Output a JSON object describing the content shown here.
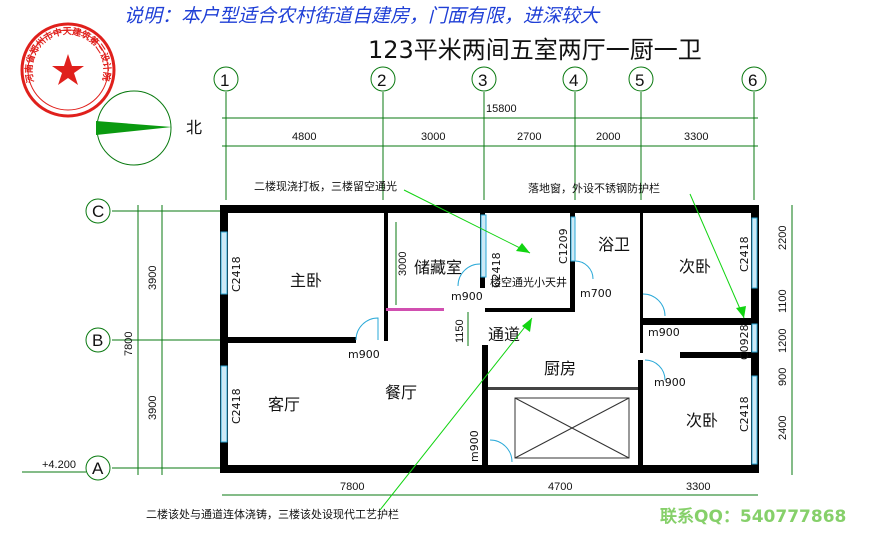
{
  "note": "说明：本户型适合农村街道自建房，门面有限，进深较大",
  "title": "123平米两间五室两厅一厨一卫",
  "north_label": "北",
  "contact": "联系QQ：540777868",
  "seal_text": "河南省郑州市中天建筑第三设计院",
  "axes_top": [
    "1",
    "2",
    "3",
    "4",
    "5",
    "6"
  ],
  "axes_left": [
    "C",
    "B",
    "A"
  ],
  "dims_top_total": "15800",
  "dims_top": [
    "4800",
    "3000",
    "2700",
    "2000",
    "3300"
  ],
  "dims_bottom": [
    "7800",
    "4700",
    "3300"
  ],
  "dims_left_total": "7800",
  "dims_left": [
    "3900",
    "3900"
  ],
  "dims_right": [
    "2200",
    "1100",
    "1200",
    "900",
    "2400"
  ],
  "dims_inner": [
    "3000",
    "1150"
  ],
  "level": "+4.200",
  "rooms": {
    "master": "主卧",
    "storage": "储藏室",
    "bath": "浴卫",
    "bed2": "次卧",
    "bed3": "次卧",
    "living": "客厅",
    "dining": "餐厅",
    "kitchen": "厨房",
    "corridor": "通道",
    "lightwell": "楼空通光小天井"
  },
  "openings": {
    "w1": "C2418",
    "w2": "C2418",
    "w3": "C2418",
    "w4": "C1209",
    "w5": "C2418",
    "w6": "C0928",
    "w7": "C2418",
    "d1": "m900",
    "d2": "m900",
    "d3": "m700",
    "d4": "m900",
    "d5": "m900",
    "d6": "m900"
  },
  "callouts": {
    "top_left": "二楼现浇打板，三楼留空通光",
    "top_right": "落地窗，外设不锈钢防护栏",
    "bottom": "二楼该处与通道连体浇铸，三楼该处设现代工艺护栏"
  },
  "colors": {
    "note": "#1f3fd6",
    "seal": "#e0201c",
    "contact": "#86d06a",
    "window": "#2aa9d8",
    "leader": "#11d411"
  }
}
